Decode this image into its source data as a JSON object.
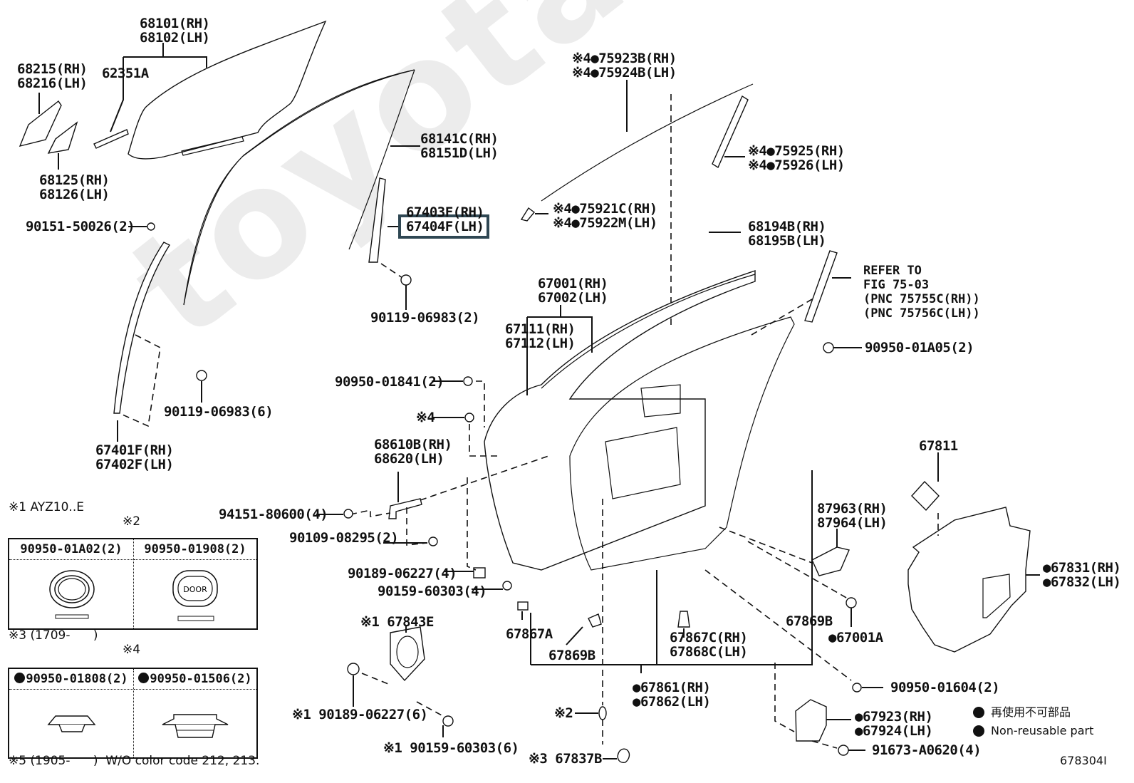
{
  "figure": {
    "number": "678304I",
    "watermark": "toyota-mine.ru",
    "highlighted_part": "67404F(LH)"
  },
  "labels": {
    "p68101": [
      "68101(RH)",
      "68102(LH)"
    ],
    "p62351": [
      "62351A"
    ],
    "p68215": [
      "68215(RH)",
      "68216(LH)"
    ],
    "p68125": [
      "68125(RH)",
      "68126(LH)"
    ],
    "p68141": [
      "68141C(RH)",
      "68151D(LH)"
    ],
    "p67403": [
      "67403F(RH)",
      "67404F(LH)"
    ],
    "p90151": [
      "90151-50026(2)"
    ],
    "p90119a": [
      "90119-06983(2)"
    ],
    "p90119b": [
      "90119-06983(6)"
    ],
    "p67401": [
      "67401F(RH)",
      "67402F(LH)"
    ],
    "p75923": [
      "※4●75923B(RH)",
      "※4●75924B(LH)"
    ],
    "p75925": [
      "※4●75925(RH)",
      "※4●75926(LH)"
    ],
    "p75921": [
      "※4●75921C(RH)",
      "※4●75922M(LH)"
    ],
    "p68194": [
      "68194B(RH)",
      "68195B(LH)"
    ],
    "refer": [
      "REFER TO",
      "FIG 75-03",
      "(PNC 75755C(RH))",
      "(PNC 75756C(LH))"
    ],
    "p67001": [
      "67001(RH)",
      "67002(LH)"
    ],
    "p67111": [
      "67111(RH)",
      "67112(LH)"
    ],
    "p90950a05": [
      "90950-01A05(2)"
    ],
    "p90950_01841": [
      "90950-01841(2)"
    ],
    "p_x4": [
      "※4"
    ],
    "p68610": [
      "68610B(RH)",
      "68620(LH)"
    ],
    "p94151": [
      "94151-80600(4)"
    ],
    "p90109": [
      "90109-08295(2)"
    ],
    "p90189a": [
      "90189-06227(4)"
    ],
    "p90159a": [
      "90159-60303(4)"
    ],
    "p67843": [
      "※1 67843E"
    ],
    "p90189b": [
      "※1 90189-06227(6)"
    ],
    "p90159b": [
      "※1 90159-60303(6)"
    ],
    "p67867a": [
      "67867A"
    ],
    "p67869b1": [
      "67869B"
    ],
    "p_x2": [
      "※2"
    ],
    "p67837": [
      "※3 67837B"
    ],
    "p67867c": [
      "67867C(RH)",
      "67868C(LH)"
    ],
    "p67869b2": [
      "67869B"
    ],
    "p67861": [
      "●67861(RH)",
      "●67862(LH)"
    ],
    "p87963": [
      "87963(RH)",
      "87964(LH)"
    ],
    "p67001a": [
      "●67001A"
    ],
    "p67811": [
      "67811"
    ],
    "p67831": [
      "●67831(RH)",
      "●67832(LH)"
    ],
    "p90950_01604": [
      "90950-01604(2)"
    ],
    "p67923": [
      "●67923(RH)",
      "●67924(LH)"
    ],
    "p91673": [
      "91673-A0620(4)"
    ]
  },
  "notes": {
    "n1": "※1 AYZ10..E",
    "n2_title": "※2",
    "n3": "※3 (1709-      )",
    "n4_title": "※4",
    "n5": "※5 (1905-      )  W/O color code 212, 213."
  },
  "table2": {
    "col1": "90950-01A02(2)",
    "col2": "90950-01908(2)",
    "door_text": "DOOR"
  },
  "table4": {
    "col1": "90950-01808(2)",
    "col2": "90950-01506(2)"
  },
  "legend": {
    "jp": "再使用不可部品",
    "en": "Non-reusable part"
  }
}
